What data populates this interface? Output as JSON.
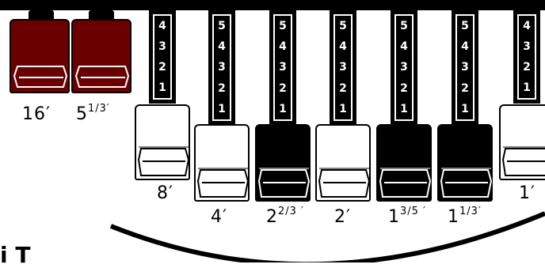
{
  "pedal_drawbars": [
    {
      "id": "d1",
      "label": "16′",
      "color": "brown"
    },
    {
      "id": "d2",
      "label": "5",
      "sup": "1/3′",
      "color": "brown"
    }
  ],
  "drawbars": [
    {
      "id": "d3",
      "label": "8′",
      "sup": "",
      "color": "white",
      "numbers": [
        "4",
        "3",
        "2",
        "1"
      ]
    },
    {
      "id": "d4",
      "label": "4′",
      "sup": "",
      "color": "white",
      "numbers": [
        "5",
        "4",
        "3",
        "2",
        "1"
      ]
    },
    {
      "id": "d5",
      "label": "2",
      "sup": "2/3 ′",
      "color": "black",
      "numbers": [
        "5",
        "4",
        "3",
        "2",
        "1"
      ]
    },
    {
      "id": "d6",
      "label": "2′",
      "sup": "",
      "color": "white",
      "numbers": [
        "5",
        "4",
        "3",
        "2",
        "1"
      ]
    },
    {
      "id": "d7",
      "label": "1",
      "sup": "3/5 ′",
      "color": "black",
      "numbers": [
        "5",
        "4",
        "3",
        "2",
        "1"
      ]
    },
    {
      "id": "d8",
      "label": "1",
      "sup": "1/3′",
      "color": "black",
      "numbers": [
        "5",
        "4",
        "3",
        "2",
        "1"
      ]
    },
    {
      "id": "d9",
      "label": "1′",
      "sup": "",
      "color": "white",
      "numbers": [
        "4",
        "3",
        "2",
        "1"
      ]
    }
  ],
  "bottom_text": "i  T",
  "colors": {
    "brown": "#6b0000",
    "black": "#000000",
    "white": "#ffffff"
  }
}
